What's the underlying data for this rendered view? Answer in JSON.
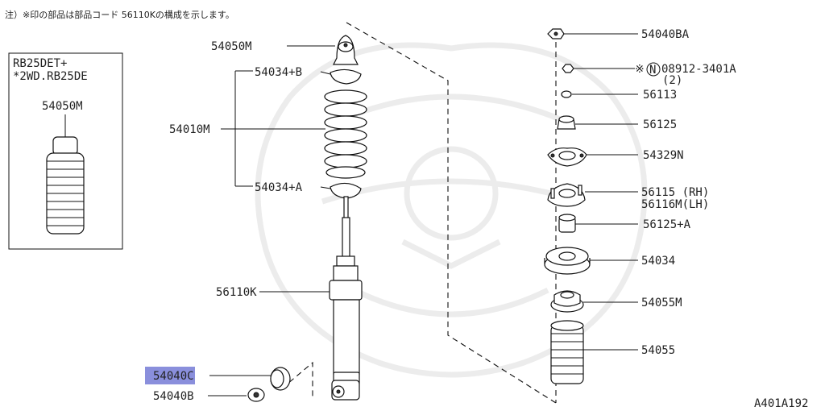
{
  "note": "注）※印の部品は部品コード 56110Kの構成を示します。",
  "diagram_code": "A401A192",
  "inset": {
    "title_line1": "RB25DET+",
    "title_line2": "*2WD.RB25DE",
    "part": "54050M"
  },
  "labels": {
    "p54050M": "54050M",
    "p54034B": "54034+B",
    "p54010M": "54010M",
    "p54034A": "54034+A",
    "p56110K": "56110K",
    "p54040C": "54040C",
    "p54040B": "54040B",
    "p54040BA": "54040BA",
    "p08912_prefix": "※",
    "p08912_circle": "N",
    "p08912": "08912-3401A",
    "p08912_qty": "(2)",
    "p56113": "56113",
    "p56125": "56125",
    "p54329N": "54329N",
    "p56115": "56115  (RH)",
    "p56116M": "56116M(LH)",
    "p56125A": "56125+A",
    "p54034": "54034",
    "p54055M": "54055M",
    "p54055": "54055"
  },
  "highlighted_part": "54040C",
  "colors": {
    "highlight": "#8a8fdc",
    "line": "#111111",
    "watermark": "#ececec"
  }
}
